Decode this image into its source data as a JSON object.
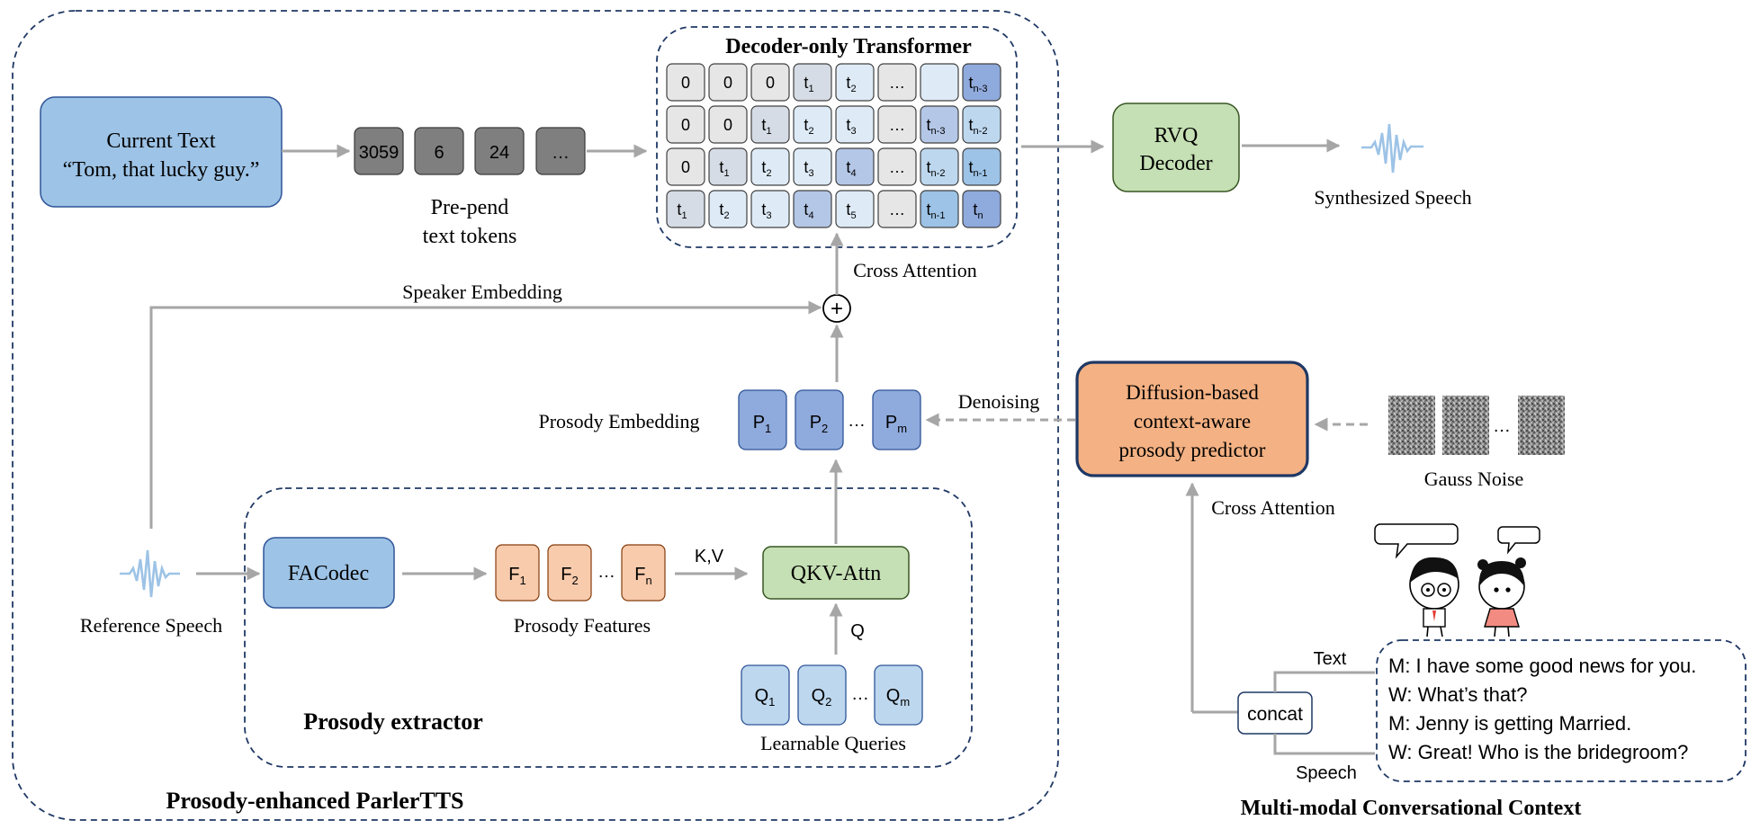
{
  "colors": {
    "light_blue": "#9DC3E6",
    "box_blue": "#8EB4E3",
    "dark_token": "#7F7F7F",
    "green": "#C5E0B4",
    "peach": "#F8CBAD",
    "orange": "#F4B183",
    "prosody_blue": "#8FAADC",
    "query_blue": "#BDD7EE",
    "arrow_gray": "#A6A6A6",
    "dash_navy": "#1F3864"
  },
  "left_panel": {
    "title": "Prosody-enhanced ParlerTTS",
    "current_text": {
      "line1": "Current Text",
      "line2": "“Tom, that lucky guy.”"
    },
    "tokens": [
      "3059",
      "6",
      "24",
      "…"
    ],
    "prepend_line1": "Pre-pend",
    "prepend_line2": "text tokens",
    "transformer": {
      "title": "Decoder-only Transformer",
      "cross_attention": "Cross Attention"
    },
    "speaker_embedding": "Speaker Embedding",
    "plus": "+",
    "prosody_embedding": "Prosody Embedding",
    "p_tokens": [
      "P",
      "P",
      "…",
      "P"
    ],
    "p_subs": [
      "1",
      "2",
      "",
      "m"
    ],
    "reference_speech": "Reference Speech",
    "extractor": {
      "title": "Prosody extractor",
      "facodec": "FACodec",
      "f_tokens": [
        "F",
        "F",
        "…",
        "F"
      ],
      "f_subs": [
        "1",
        "2",
        "",
        "n"
      ],
      "prosody_features": "Prosody Features",
      "kv": "K,V",
      "qkv": "QKV-Attn",
      "q": "Q",
      "q_tokens": [
        "Q",
        "Q",
        "…",
        "Q"
      ],
      "q_subs": [
        "1",
        "2",
        "",
        "m"
      ],
      "learnable_queries": "Learnable Queries"
    }
  },
  "rvq": {
    "line1": "RVQ",
    "line2": "Decoder"
  },
  "synthesized_speech": "Synthesized Speech",
  "denoising": "Denoising",
  "diffusion": {
    "line1": "Diffusion-based",
    "line2": "context-aware",
    "line3": "prosody predictor"
  },
  "gauss_noise": "Gauss Noise",
  "noise_ellipsis": "…",
  "right_cross_attention": "Cross Attention",
  "concat": "concat",
  "text_label": "Text",
  "speech_label": "Speech",
  "dialogue": [
    "M: I have some good news for you.",
    "W: What’s that?",
    "M: Jenny is getting Married.",
    "W: Great! Who is the bridegroom?"
  ],
  "context_title": "Multi-modal Conversational Context"
}
